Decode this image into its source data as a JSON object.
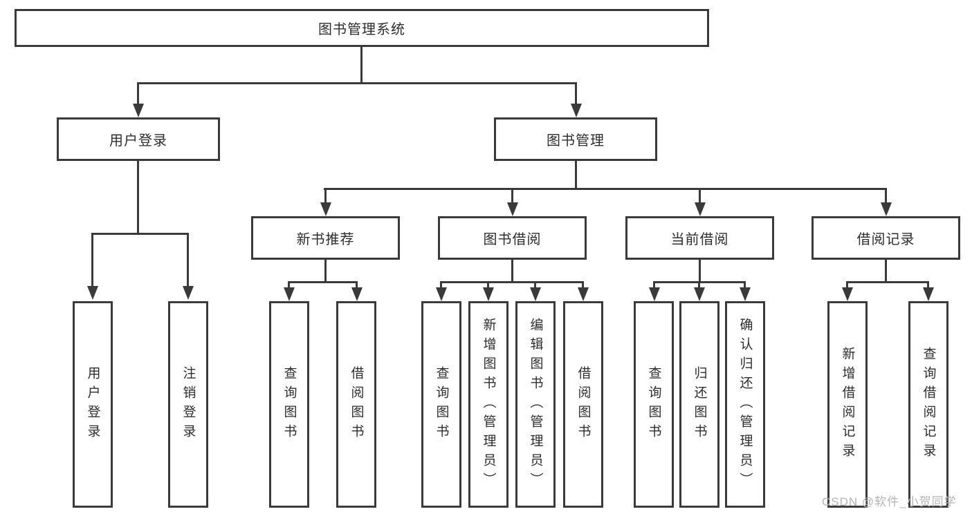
{
  "diagram": {
    "type": "hierarchy-tree",
    "colors": {
      "line": "#3a3a3a",
      "text": "#2d2d2d",
      "background": "#ffffff",
      "watermark": "#b4b4b4"
    },
    "root": {
      "label": "图书管理系统"
    },
    "level2": [
      {
        "label": "用户登录"
      },
      {
        "label": "图书管理"
      }
    ],
    "level3": [
      {
        "label": "新书推荐",
        "parent": "图书管理"
      },
      {
        "label": "图书借阅",
        "parent": "图书管理"
      },
      {
        "label": "当前借阅",
        "parent": "图书管理"
      },
      {
        "label": "借阅记录",
        "parent": "图书管理"
      }
    ],
    "leaves": {
      "user_login": [
        "用户登录",
        "注销登录"
      ],
      "new_book_recommend": [
        "查询图书",
        "借阅图书"
      ],
      "book_borrow": [
        "查询图书",
        "新增图书（管理员）",
        "编辑图书（管理员）",
        "借阅图书"
      ],
      "current_borrow": [
        "查询图书",
        "归还图书",
        "确认归还（管理员）"
      ],
      "borrow_records": [
        "新增借阅记录",
        "查询借阅记录"
      ]
    },
    "watermark": "CSDN @软件_小贺同学"
  }
}
